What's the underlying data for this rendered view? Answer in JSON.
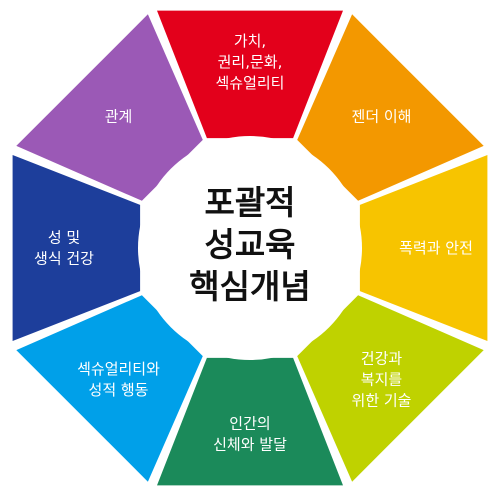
{
  "center": {
    "lines": [
      "포괄적",
      "성교육",
      "핵심개념"
    ]
  },
  "segments": [
    {
      "lines": [
        "가치,",
        "권리,문화,",
        "섹슈얼리티"
      ],
      "color": "#E3001B"
    },
    {
      "lines": [
        "젠더 이해"
      ],
      "color": "#F39800"
    },
    {
      "lines": [
        "폭력과 안전"
      ],
      "color": "#F7C400"
    },
    {
      "lines": [
        "건강과",
        "복지를",
        "위한 기술"
      ],
      "color": "#BFD200"
    },
    {
      "lines": [
        "인간의",
        "신체와 발달"
      ],
      "color": "#1B8A5A"
    },
    {
      "lines": [
        "섹슈얼리티와",
        "성적 행동"
      ],
      "color": "#00A0E9"
    },
    {
      "lines": [
        "성 및",
        "생식 건강"
      ],
      "color": "#1D3E9B"
    },
    {
      "lines": [
        "관계"
      ],
      "color": "#9B59B6"
    }
  ]
}
